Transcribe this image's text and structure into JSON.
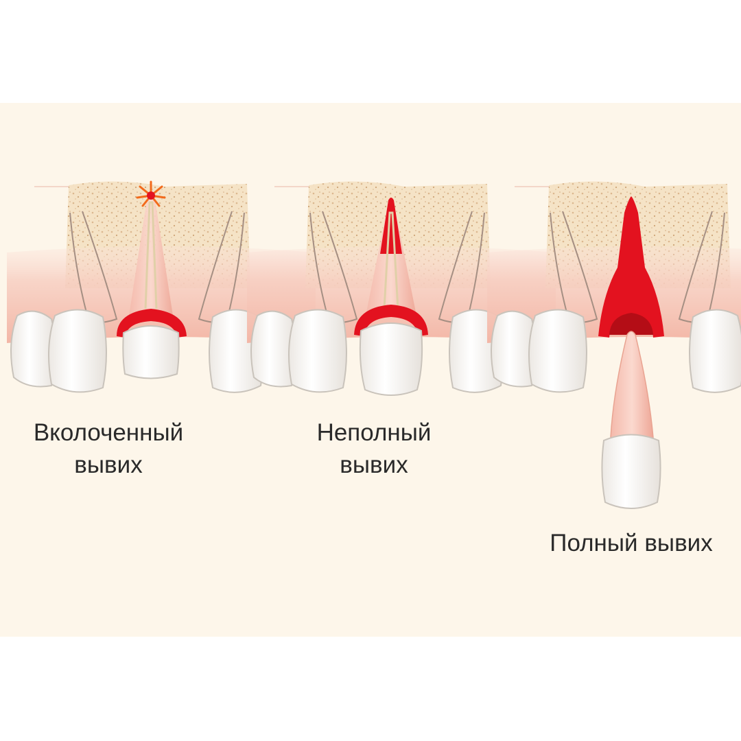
{
  "labels": {
    "intruded": [
      "Вколоченный",
      "вывих"
    ],
    "partial": [
      "Неполный",
      "вывих"
    ],
    "full": [
      "Полный вывих"
    ]
  },
  "colors": {
    "background": "#ffffff",
    "panel": "#fdf6ea",
    "bone": "#f5e2c4",
    "bone_speckle": "#d9b48a",
    "gum": "#f6c9bd",
    "tooth": "#ffffff",
    "tooth_outline": "#c9c3bb",
    "blood": "#e3121f",
    "burst": "#f26a1b",
    "text": "#2a2a2a"
  },
  "icons": {
    "intruded": "intruded-tooth-illustration",
    "partial": "partially-luxated-tooth-illustration",
    "full": "avulsed-tooth-illustration"
  }
}
